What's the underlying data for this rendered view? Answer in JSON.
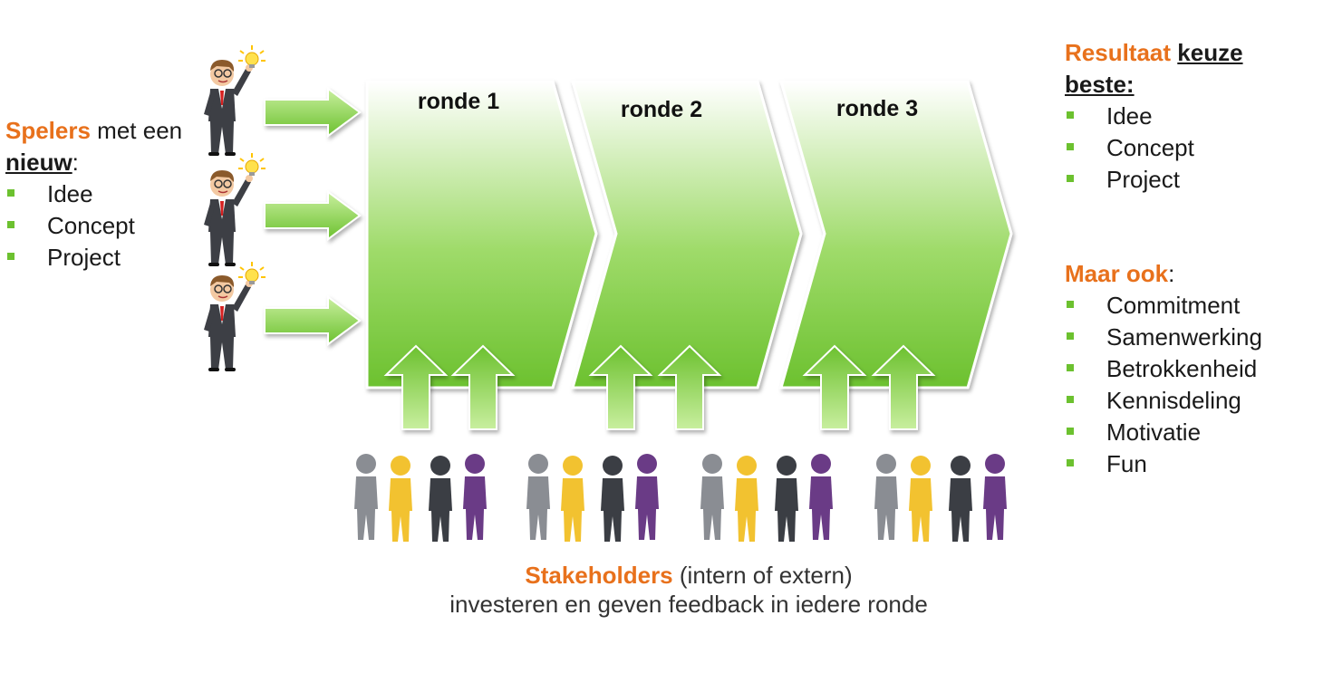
{
  "left": {
    "heading_orange": "Spelers",
    "heading_rest": " met een",
    "heading_underlined": "nieuw",
    "heading_colon": ":",
    "items": [
      "Idee",
      "Concept",
      "Project"
    ]
  },
  "rounds": [
    "ronde 1",
    "ronde 2",
    "ronde 3"
  ],
  "right": {
    "result_orange": "Resultaat",
    "result_underlined_1": "keuze",
    "result_underlined_2": "beste:",
    "result_items": [
      "Idee",
      "Concept",
      "Project"
    ],
    "also_orange": "Maar ook",
    "also_colon": ":",
    "also_items": [
      "Commitment",
      "Samenwerking",
      "Betrokkenheid",
      "Kennisdeling",
      "Motivatie",
      "Fun"
    ]
  },
  "footer": {
    "stake_orange": "Stakeholders",
    "stake_rest": " (intern of extern)",
    "line2": "investeren en geven feedback in iedere ronde"
  },
  "colors": {
    "accent_orange": "#e8711c",
    "green_dark": "#6cc12f",
    "green_light": "#ffffff"
  },
  "icons": {
    "player": "businessman-with-lightbulb-icon",
    "stakeholders": "stakeholder-group-icon",
    "arrow": "arrow-right-icon",
    "up_arrow": "arrow-up-icon",
    "bullet": "green-square-bullet-icon"
  }
}
